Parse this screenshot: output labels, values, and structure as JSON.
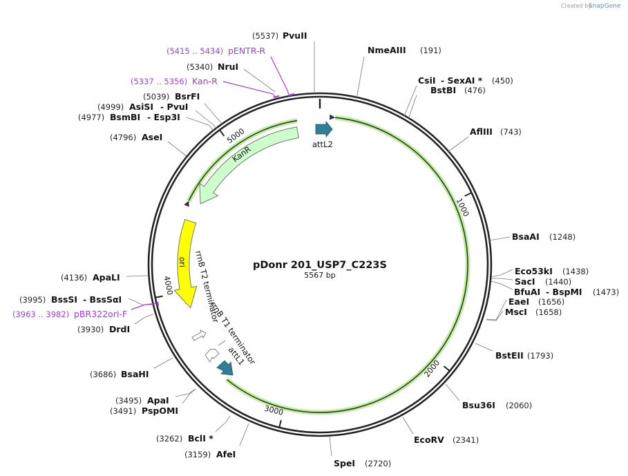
{
  "credit": {
    "prefix": "Created by",
    "brand": "SnapGene"
  },
  "plasmid": {
    "name": "pDonr 201_USP7_C223S",
    "length_label": "5567 bp",
    "length": 5567
  },
  "ticks": [
    "1000",
    "2000",
    "3000",
    "4000",
    "5000"
  ],
  "features": {
    "attL2": "attL2",
    "KanR": "KanR",
    "ori": "ori",
    "rrnB_T2": "rrnB T2 terminator",
    "rrnB_T1": "rrnB T1 terminator",
    "attL1": "attL1"
  },
  "colors": {
    "ring": "#222222",
    "kanr": "#ccffcc",
    "ori": "#ffff00",
    "att": "#2f7f96",
    "highlight": "#a8ec7a",
    "primer": "#a33cf0"
  },
  "sites": {
    "PvuII": {
      "pos": "(5537)",
      "name": "PvuII"
    },
    "NmeAIII": {
      "pos": "(191)",
      "name": "NmeAIII"
    },
    "CsiI": {
      "pos": "(450)",
      "name": "CsiI",
      "alt": "- SexAI *"
    },
    "BstBI": {
      "pos": "(476)",
      "name": "BstBI"
    },
    "AflIII": {
      "pos": "(743)",
      "name": "AflIII"
    },
    "BsaAI": {
      "pos": "(1248)",
      "name": "BsaAI"
    },
    "Eco53kI": {
      "pos": "(1438)",
      "name": "Eco53kI"
    },
    "SacI": {
      "pos": "(1440)",
      "name": "SacI"
    },
    "BfuAI": {
      "pos": "(1473)",
      "name": "BfuAI",
      "alt": "- BspMI"
    },
    "EaeI": {
      "pos": "(1656)",
      "name": "EaeI"
    },
    "MscI": {
      "pos": "(1658)",
      "name": "MscI"
    },
    "BstEII": {
      "pos": "(1793)",
      "name": "BstEII"
    },
    "Bsu36I": {
      "pos": "(2060)",
      "name": "Bsu36I"
    },
    "EcoRV": {
      "pos": "(2341)",
      "name": "EcoRV"
    },
    "SpeI": {
      "pos": "(2720)",
      "name": "SpeI"
    },
    "AfeI": {
      "pos": "(3159)",
      "name": "AfeI"
    },
    "BclI": {
      "pos": "(3262)",
      "name": "BclI *"
    },
    "ApaI": {
      "pos": "(3495)",
      "name": "ApaI"
    },
    "PspOMI": {
      "pos": "(3491)",
      "name": "PspOMI"
    },
    "BsaHI": {
      "pos": "(3686)",
      "name": "BsaHI"
    },
    "DrdI": {
      "pos": "(3930)",
      "name": "DrdI"
    },
    "BssSI": {
      "pos": "(3995)",
      "name": "BssSI",
      "alt": "- BssSαI"
    },
    "ApaLI": {
      "pos": "(4136)",
      "name": "ApaLI"
    },
    "AseI": {
      "pos": "(4796)",
      "name": "AseI"
    },
    "BsmBI": {
      "pos": "(4977)",
      "name": "BsmBI",
      "alt": "- Esp3I"
    },
    "AsiSI": {
      "pos": "(4999)",
      "name": "AsiSI",
      "alt": "- PvuI"
    },
    "BsrFI": {
      "pos": "(5039)",
      "name": "BsrFI"
    },
    "NruI": {
      "pos": "(5340)",
      "name": "NruI"
    }
  },
  "primers": {
    "pENTR_R": {
      "pos": "(5415 .. 5434)",
      "name": "pENTR-R"
    },
    "Kan_R": {
      "pos": "(5337 .. 5356)",
      "name": "Kan-R"
    },
    "pBR322ori_F": {
      "pos": "(3963 .. 3982)",
      "name": "pBR322ori-F"
    }
  }
}
